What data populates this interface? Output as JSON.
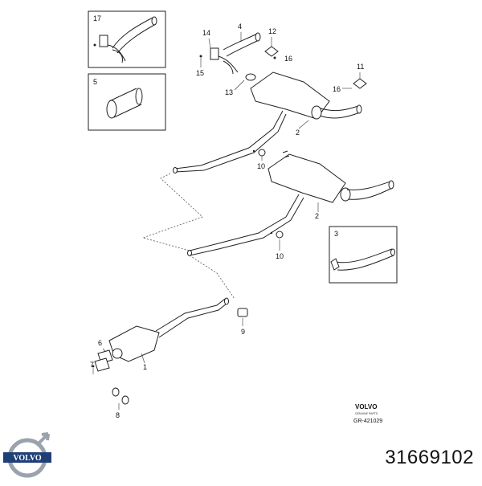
{
  "callouts": {
    "c17": "17",
    "c5": "5",
    "c14": "14",
    "c4": "4",
    "c12": "12",
    "c16a": "16",
    "c15": "15",
    "c13": "13",
    "c11": "11",
    "c16b": "16",
    "c2a": "2",
    "c10a": "10",
    "c2b": "2",
    "c10b": "10",
    "c3": "3",
    "c9": "9",
    "c6": "6",
    "c7": "7",
    "c1": "1",
    "c8": "8"
  },
  "stamp": {
    "brand": "VOLVO",
    "sub": "GENUINE PARTS",
    "code": "GR-421029"
  },
  "logo": {
    "brand": "VOLVO"
  },
  "part_number": "31669102",
  "colors": {
    "logo_blue": "#1f3f77",
    "logo_grey": "#9aa3ad"
  }
}
